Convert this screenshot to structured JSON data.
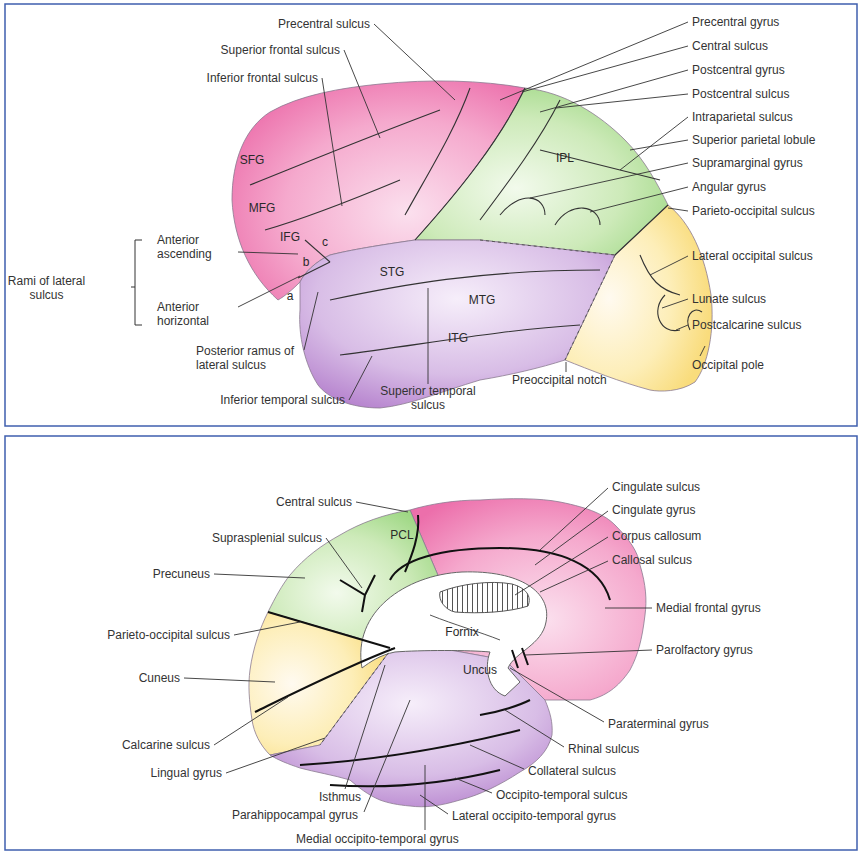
{
  "diagram": {
    "labels": [
      "Precentral sulcus",
      "Superior frontal sulcus",
      "Inferior frontal sulcus",
      "SFG",
      "MFG",
      "IFG",
      "c",
      "b",
      "a",
      "Anterior ascending",
      "Rami of lateral sulcus",
      "Anterior horizontal",
      "Posterior ramus of lateral sulcus",
      "Inferior temporal sulcus",
      "STG",
      "MTG",
      "ITG",
      "Superior temporal sulcus",
      "Preoccipital notch",
      "IPL",
      "Precentral gyrus",
      "Central sulcus",
      "Postcentral gyrus",
      "Postcentral sulcus",
      "Intraparietal sulcus",
      "Superior parietal lobule",
      "Supramarginal gyrus",
      "Angular gyrus",
      "Parieto-occipital sulcus",
      "Lateral occipital sulcus",
      "Lunate sulcus",
      "Postcalcarine sulcus",
      "Occipital pole",
      "Central sulcus",
      "Suprasplenial sulcus",
      "Precuneus",
      "Parieto-occipital sulcus",
      "Cuneus",
      "Calcarine sulcus",
      "Lingual gyrus",
      "Isthmus",
      "Parahippocampal gyrus",
      "Medial occipito-temporal gyrus",
      "PCL",
      "Fornix",
      "Uncus",
      "Cingulate sulcus",
      "Cingulate gyrus",
      "Corpus callosum",
      "Callosal sulcus",
      "Medial frontal gyrus",
      "Parolfactory gyrus",
      "Paraterminal gyrus",
      "Rhinal sulcus",
      "Collateral sulcus",
      "Occipito-temporal sulcus",
      "Lateral occipito-temporal gyrus"
    ]
  }
}
